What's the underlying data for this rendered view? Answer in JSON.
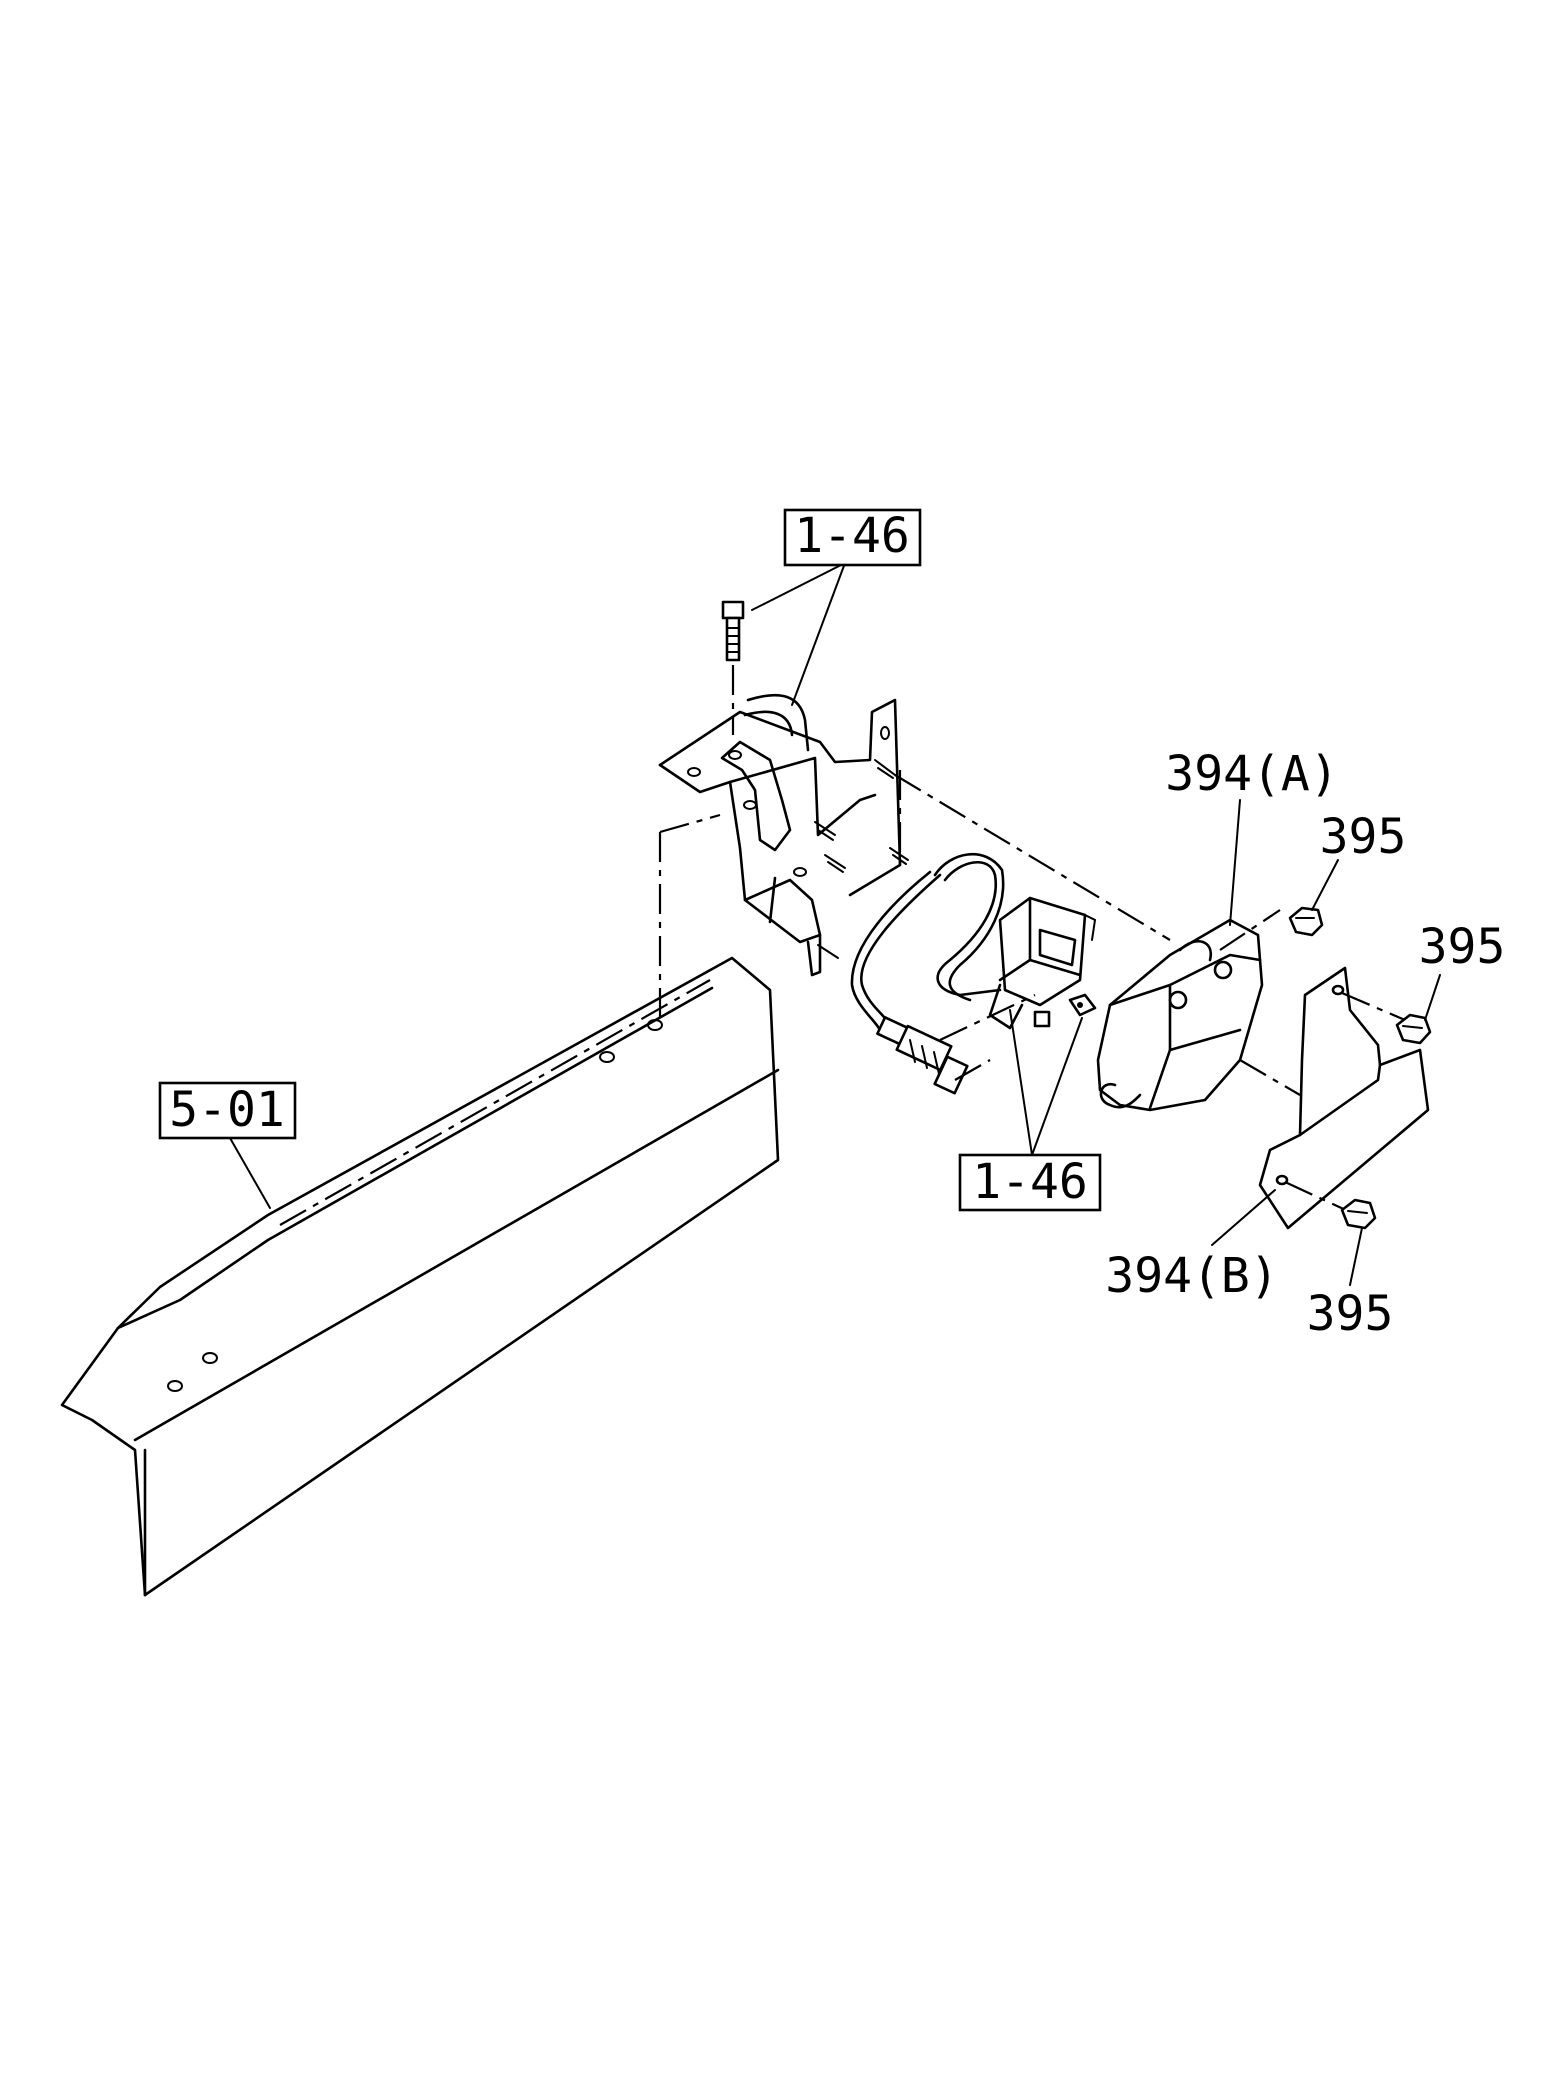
{
  "diagram": {
    "callouts": {
      "top_ref": "1-46",
      "bottom_ref": "1-46",
      "frame_ref": "5-01",
      "part_394a": "394(A)",
      "part_394b": "394(B)",
      "nut_395_top": "395",
      "nut_395_mid": "395",
      "nut_395_bottom": "395"
    }
  }
}
